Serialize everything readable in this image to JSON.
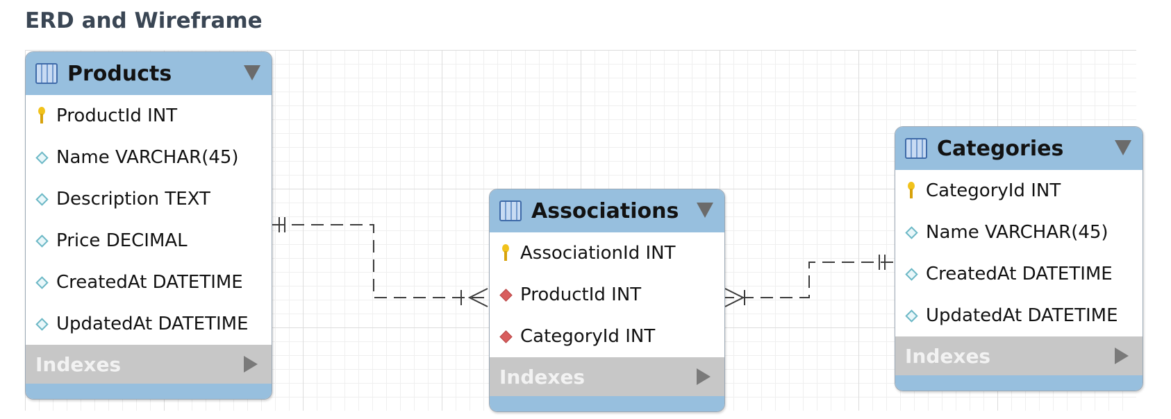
{
  "title": "ERD and Wireframe",
  "tables": {
    "products": {
      "name": "Products",
      "columns": [
        {
          "label": "ProductId INT",
          "kind": "primary-key"
        },
        {
          "label": "Name VARCHAR(45)",
          "kind": "column"
        },
        {
          "label": "Description TEXT",
          "kind": "column"
        },
        {
          "label": "Price DECIMAL",
          "kind": "column"
        },
        {
          "label": "CreatedAt DATETIME",
          "kind": "column"
        },
        {
          "label": "UpdatedAt DATETIME",
          "kind": "column"
        }
      ],
      "indexes_label": "Indexes"
    },
    "associations": {
      "name": "Associations",
      "columns": [
        {
          "label": "AssociationId INT",
          "kind": "primary-key"
        },
        {
          "label": "ProductId INT",
          "kind": "foreign-key"
        },
        {
          "label": "CategoryId INT",
          "kind": "foreign-key"
        }
      ],
      "indexes_label": "Indexes"
    },
    "categories": {
      "name": "Categories",
      "columns": [
        {
          "label": "CategoryId INT",
          "kind": "primary-key"
        },
        {
          "label": "Name VARCHAR(45)",
          "kind": "column"
        },
        {
          "label": "CreatedAt DATETIME",
          "kind": "column"
        },
        {
          "label": "UpdatedAt DATETIME",
          "kind": "column"
        }
      ],
      "indexes_label": "Indexes"
    }
  },
  "relationships": [
    {
      "from": "Products",
      "to": "Associations",
      "from_cardinality": "one-and-only-one",
      "to_cardinality": "one-or-many",
      "style": "dashed"
    },
    {
      "from": "Categories",
      "to": "Associations",
      "from_cardinality": "one-and-only-one",
      "to_cardinality": "one-or-many",
      "style": "dashed"
    }
  ],
  "colors": {
    "header": "#97bfde",
    "indexes_bar": "#c7c7c7",
    "title_text": "#3a4654",
    "key_icon": "#f1c21b",
    "fk_icon": "#d85d5d",
    "column_icon": "#6cb8c6"
  },
  "icons": {
    "table": "table-icon",
    "primary_key": "key-icon",
    "foreign_key": "red-diamond-icon",
    "column": "diamond-icon",
    "collapse": "triangle-down-icon",
    "expand": "triangle-right-icon"
  }
}
